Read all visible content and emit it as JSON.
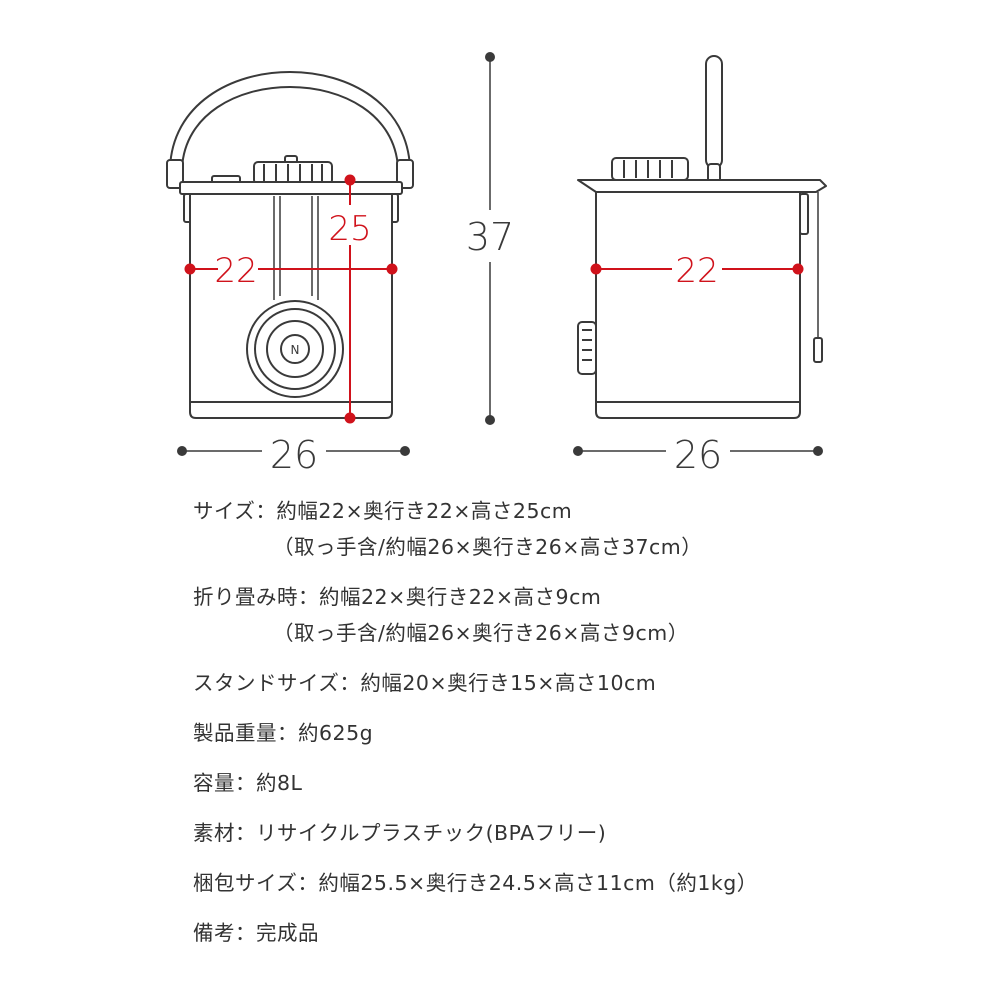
{
  "diagram": {
    "front_view": {
      "width_body": "22",
      "height_body": "25",
      "width_overall": "26"
    },
    "height_overall": "37",
    "side_view": {
      "depth_body": "22",
      "depth_overall": "26"
    },
    "colors": {
      "accent": "#d0121b",
      "line": "#3a3a3a",
      "body_fill": "#ffffff"
    }
  },
  "specs": [
    {
      "label": "サイズ：",
      "value": "約幅22×奥行き22×高さ25cm",
      "note": "（取っ手含/約幅26×奥行き26×高さ37cm）"
    },
    {
      "label": "折り畳み時：",
      "value": "約幅22×奥行き22×高さ9cm",
      "note": "（取っ手含/約幅26×奥行き26×高さ9cm）"
    },
    {
      "label": "スタンドサイズ：",
      "value": "約幅20×奥行き15×高さ10cm"
    },
    {
      "label": "製品重量：",
      "value": "約625g"
    },
    {
      "label": "容量：",
      "value": "約8L"
    },
    {
      "label": "素材：",
      "value": "リサイクルプラスチック(BPAフリー)"
    },
    {
      "label": "梱包サイズ：",
      "value": "約幅25.5×奥行き24.5×高さ11cm（約1kg）"
    },
    {
      "label": "備考：",
      "value": "完成品"
    }
  ]
}
